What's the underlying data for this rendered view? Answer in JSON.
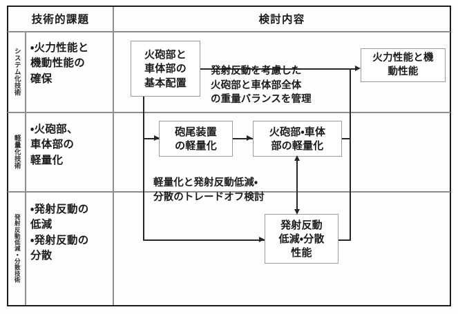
{
  "table": {
    "headers": {
      "left": "技術的課題",
      "right": "検討内容"
    },
    "rows": [
      {
        "category": "システム化技術",
        "issue": "・火力性能と\n機動性能の\n確保"
      },
      {
        "category": "軽量化技術",
        "issue": "・火砲部、\n車体部の\n軽量化"
      },
      {
        "category": "発射反動低減・分散技術",
        "issue": "・発射反動の\n低減\n・発射反動の\n分散"
      }
    ]
  },
  "flow": {
    "boxes": [
      {
        "id": "basic-layout",
        "label": "火砲部と\n車体部の\n基本配置"
      },
      {
        "id": "fire-mobility",
        "label": "火力性能と機\n動性能"
      },
      {
        "id": "breech-lightening",
        "label": "砲尾装置\nの軽量化"
      },
      {
        "id": "gun-body-lightening",
        "label": "火砲部・車体\n部の軽量化"
      },
      {
        "id": "recoil-performance",
        "label": "発射反動\n低減・分散\n性能"
      }
    ],
    "notes": [
      {
        "id": "weight-balance-note",
        "label": "発射反動を考慮した\n火砲部と車体部全体\nの重量バランスを管理"
      },
      {
        "id": "tradeoff-note",
        "label": "軽量化と発射反動低減・\n分散のトレードオフ検討"
      }
    ]
  },
  "style": {
    "frame_color": "#1c1c1c",
    "grid_color": "#8e8e8e",
    "box_border": "#9a9a9a",
    "connector_color": "#262626",
    "text_color": "#1a1a1a",
    "background": "#fdfdfd"
  }
}
